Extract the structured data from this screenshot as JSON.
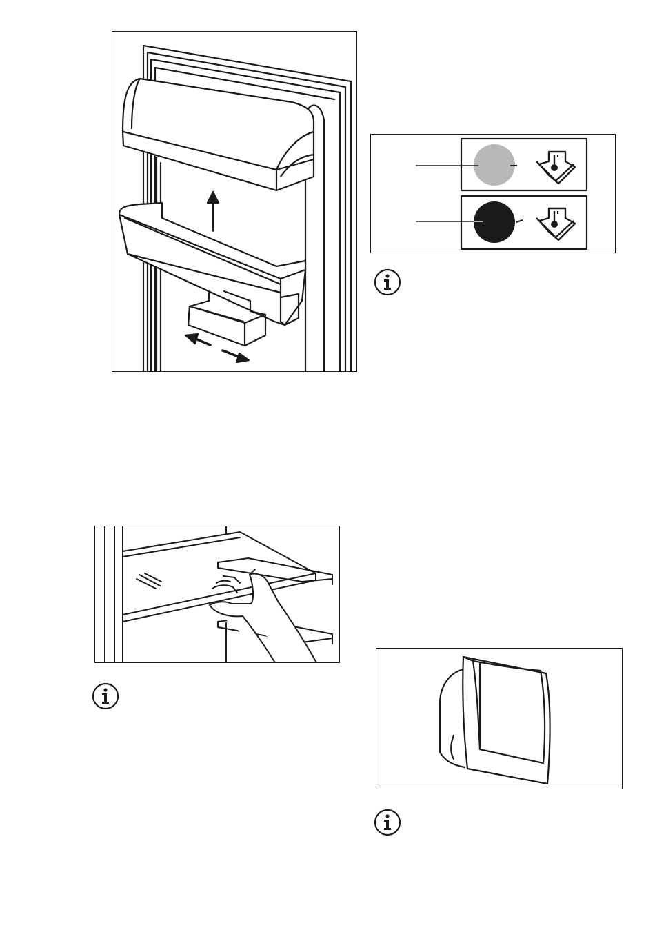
{
  "figures": [
    {
      "illustration": "door-bin-removal",
      "arrows": [
        "up-arrow",
        "left-right-arrows"
      ]
    },
    {
      "illustration": "temperature-indicator",
      "states": [
        {
          "indicator_color": "#b8b8b8"
        },
        {
          "indicator_color": "#1a1a1a"
        }
      ],
      "symbol": "thermometer-icon"
    },
    {
      "illustration": "shelf-removal"
    },
    {
      "illustration": "door-compartment-flap"
    }
  ],
  "notes": [
    {
      "icon": "info-icon"
    },
    {
      "icon": "info-icon"
    },
    {
      "icon": "info-icon"
    }
  ],
  "colors": {
    "line": "#1a1a1a",
    "indicator_light": "#b8b8b8",
    "indicator_dark": "#1a1a1a"
  }
}
